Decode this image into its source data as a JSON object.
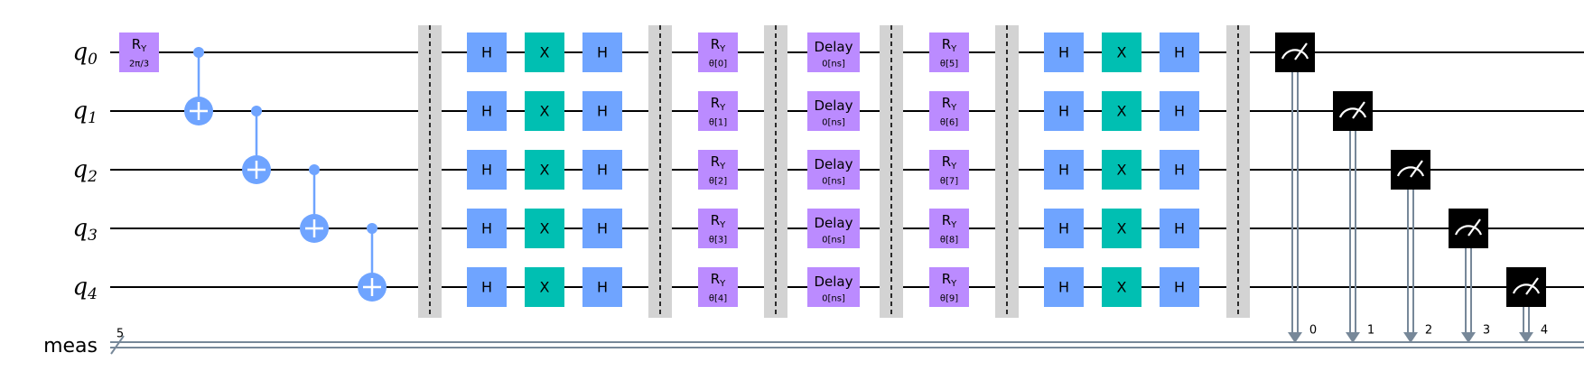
{
  "qubits": [
    {
      "name": "q",
      "index": "0"
    },
    {
      "name": "q",
      "index": "1"
    },
    {
      "name": "q",
      "index": "2"
    },
    {
      "name": "q",
      "index": "3"
    },
    {
      "name": "q",
      "index": "4"
    }
  ],
  "classical": {
    "name": "meas",
    "width": "5"
  },
  "colors": {
    "ry": "#bb8bff",
    "h": "#6fa4ff",
    "x": "#00bfb2",
    "delay": "#bb8bff",
    "cnot": "#6fa4ff",
    "barrier": "#d3d3d3",
    "measure": "#000000",
    "classical_line": "#778899",
    "wire": "#000000"
  },
  "prep": {
    "ry": {
      "label": "R",
      "sub": "Y",
      "param": "2π/3"
    }
  },
  "cnots": [
    {
      "control": 0,
      "target": 1
    },
    {
      "control": 1,
      "target": 2
    },
    {
      "control": 2,
      "target": 3
    },
    {
      "control": 3,
      "target": 4
    }
  ],
  "block1": {
    "h1": "H",
    "x": "X",
    "h2": "H"
  },
  "ry_layer1": {
    "label": "R",
    "sub": "Y",
    "params": [
      "θ[0]",
      "θ[1]",
      "θ[2]",
      "θ[3]",
      "θ[4]"
    ]
  },
  "delay_layer": {
    "label": "Delay",
    "param": "0[ns]"
  },
  "ry_layer2": {
    "label": "R",
    "sub": "Y",
    "params": [
      "θ[5]",
      "θ[6]",
      "θ[7]",
      "θ[8]",
      "θ[9]"
    ]
  },
  "block2": {
    "h1": "H",
    "x": "X",
    "h2": "H"
  },
  "measure_bits": [
    "0",
    "1",
    "2",
    "3",
    "4"
  ]
}
